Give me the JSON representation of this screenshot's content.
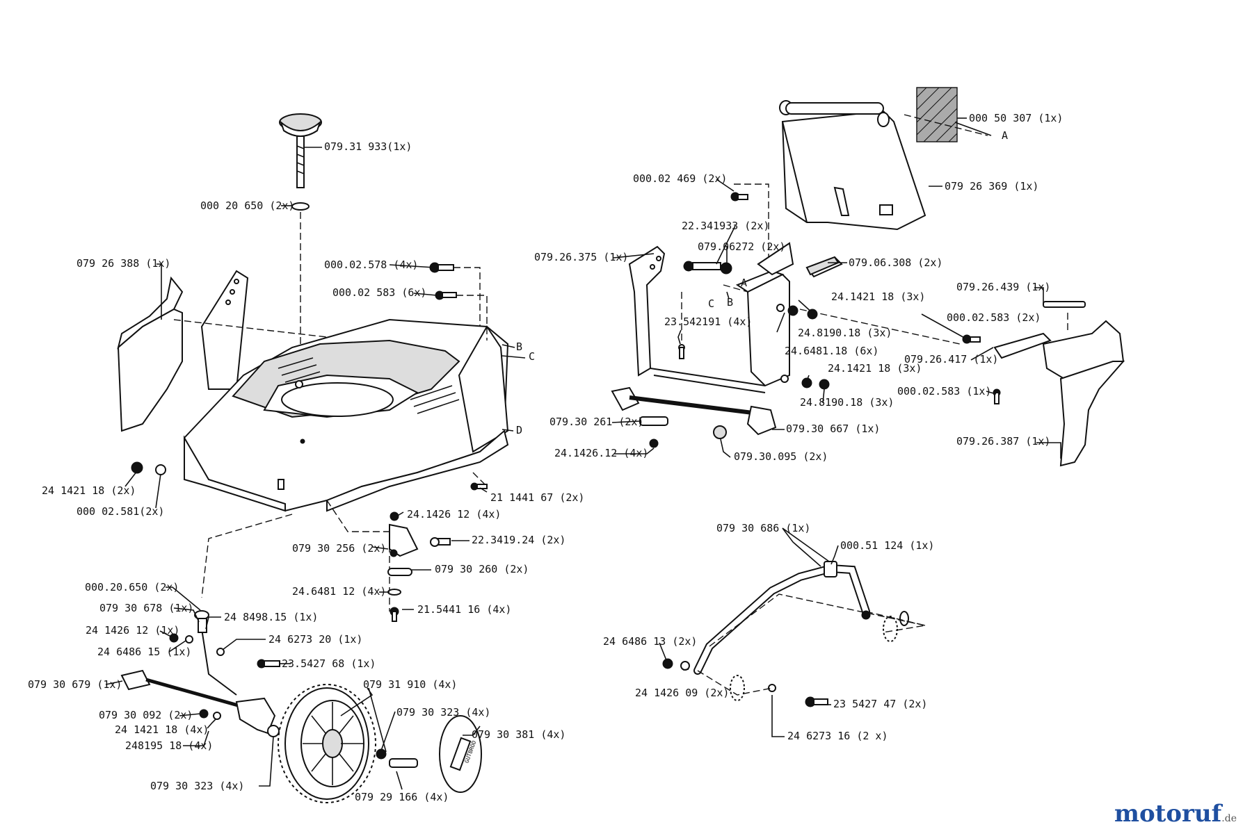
{
  "labels": {
    "l01": "079.31 933(1x)",
    "l02": "000 20 650 (2x)",
    "l03": "079 26 388 (1x)",
    "l04": "000.02.578 (4x)",
    "l05": "000.02 583 (6x)",
    "l06": "B",
    "l07": "C",
    "l08": "D",
    "l09": "24 1421 18 (2x)",
    "l10": "000 02.581(2x)",
    "l11": "21 1441 67 (2x)",
    "l12": "24.1426 12 (4x)",
    "l13": "079 30 256 (2x)",
    "l14": "22.3419.24 (2x)",
    "l15": "079 30 260 (2x)",
    "l16": "24.6481 12 (4x)",
    "l17": "21.5441 16 (4x)",
    "l18": "000.20.650 (2x)",
    "l19": "079 30 678 (1x)",
    "l20": "24 8498.15 (1x)",
    "l21": "24 1426 12 (1x)",
    "l22": "24 6273 20 (1x)",
    "l23": "24 6486 15 (1x)",
    "l24": "23.5427 68 (1x)",
    "l25": "079 30 679 (1x)",
    "l26": "079 31 910 (4x)",
    "l27": "079 30 092 (2x)",
    "l28": "079 30 323 (4x)",
    "l29": "24 1421 18 (4x)",
    "l30": "248195 18 (4x)",
    "l31": "079 30 381 (4x)",
    "l32": "079 30 323 (4x)",
    "l33": "079 29 166 (4x)",
    "l34": "000 50 307 (1x)",
    "l35": "A",
    "l36": "079 26 369 (1x)",
    "l37": "000.02 469 (2x)",
    "l38": "22.341933 (2x)",
    "l39": "079.26.375 (1x)",
    "l40": "079.06272 (2x)",
    "l41": "079.06.308 (2x)",
    "l42": "A",
    "l43": "C",
    "l44": "B",
    "l45": "24.1421 18 (3x)",
    "l46": "079.26.439 (1x)",
    "l47": "23.542191 (4x)",
    "l48": "24.8190.18 (3x)",
    "l49": "000.02.583 (2x)",
    "l50": "24.6481.18 (6x)",
    "l51": "079.26.417 (1x)",
    "l52": "24.1421 18 (3x)",
    "l53": "000.02.583 (1x)",
    "l54": "24.8190.18 (3x)",
    "l55": "079.30 261 (2x)",
    "l56": "079.30 667 (1x)",
    "l57": "24.1426.12 (4x)",
    "l58": "079.30.095 (2x)",
    "l59": "079.26.387 (1x)",
    "l60": "079 30 686 (1x)",
    "l61": "000.51 124 (1x)",
    "l62": "24 6486 13 (2x)",
    "l63": "24 1426 09 (2x)",
    "l64": "23 5427 47 (2x)",
    "l65": "24 6273 16 (2 x)"
  },
  "wheel_brand": "GUTBROD",
  "watermark": {
    "main": "motoruf",
    "suffix": ".de"
  }
}
